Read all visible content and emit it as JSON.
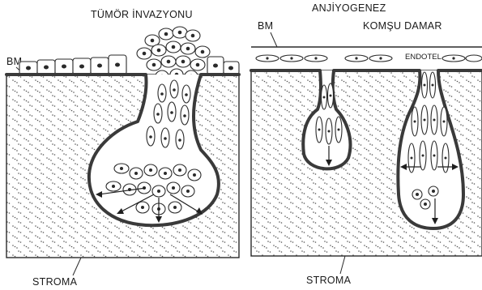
{
  "left_panel": {
    "title": "TÜMÖR İNVAZYONU",
    "bm_label": "BM",
    "stroma_label": "STROMA"
  },
  "right_panel": {
    "title": "ANJİYOGENEZ",
    "bm_label": "BM",
    "vessel_label": "KOMŞU DAMAR",
    "endothelium_label": "ENDOTEL",
    "stroma_label": "STROMA"
  }
}
